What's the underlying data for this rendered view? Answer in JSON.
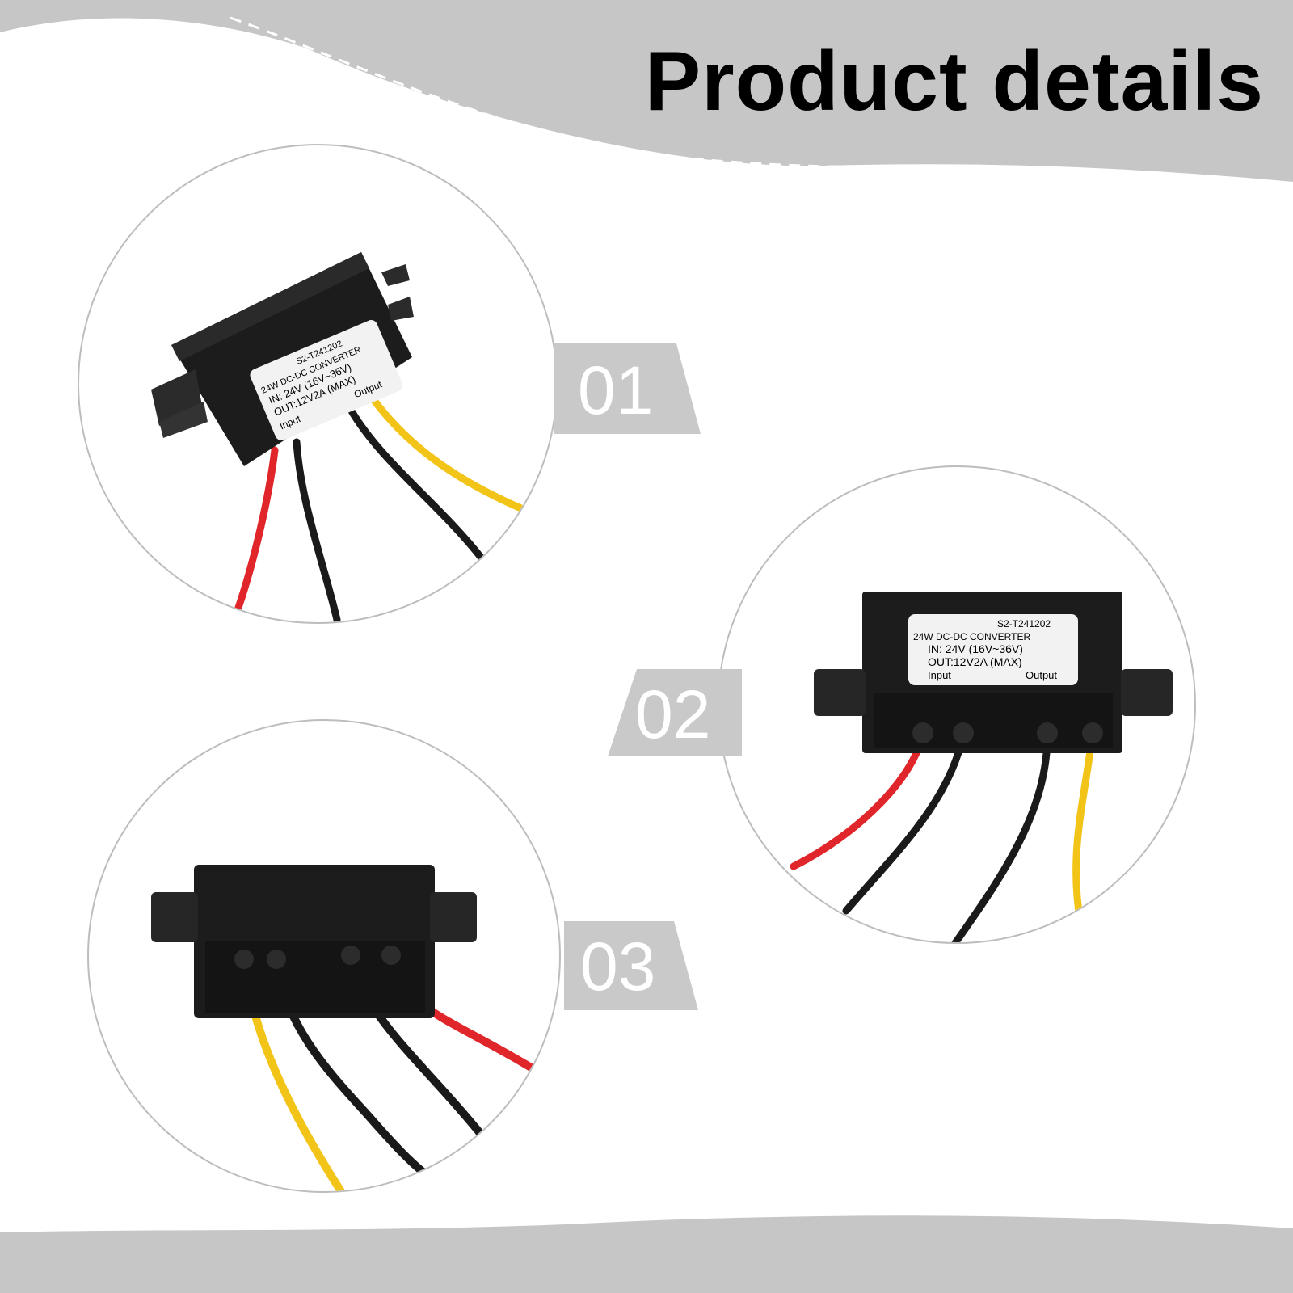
{
  "header": {
    "title": "Product details"
  },
  "colors": {
    "band": "#c6c6c6",
    "tag": "#c9c9c9",
    "case": "#1c1c1c",
    "red": "#e0262a",
    "yellow": "#f2c417",
    "black_wire": "#1a1a1a",
    "label": "#f2f2f2"
  },
  "views": [
    {
      "number": "01"
    },
    {
      "number": "02"
    },
    {
      "number": "03"
    }
  ],
  "label": {
    "model": "S2-T241202",
    "line1": "24W  DC-DC  CONVERTER",
    "line2": "IN: 24V (16V~36V)",
    "line3": "OUT:12V2A (MAX)",
    "input": "Input",
    "output": "Output"
  }
}
